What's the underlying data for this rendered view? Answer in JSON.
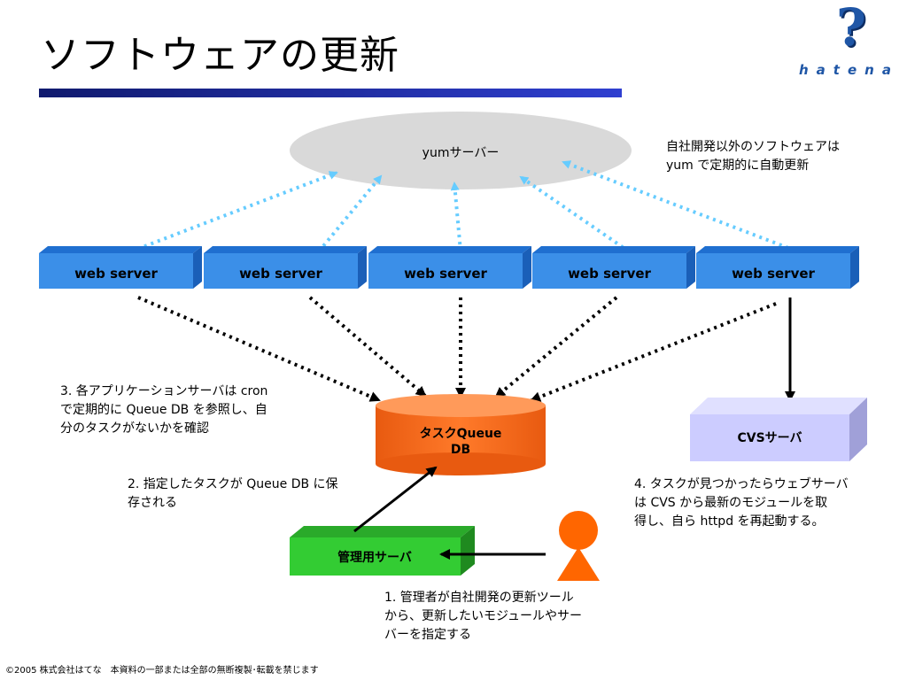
{
  "header": {
    "title": "ソフトウェアの更新",
    "logo_text": "hatena"
  },
  "diagram": {
    "yum_server": "yumサーバー",
    "web_servers": [
      "web server",
      "web server",
      "web server",
      "web server",
      "web server"
    ],
    "queue_db": [
      "タスクQueue",
      "DB"
    ],
    "cvs_server": "CVSサーバ",
    "admin_server": "管理用サーバ"
  },
  "notes": {
    "yum_note": "自社開発以外のソフトウェアは\nyum で定期的に自動更新",
    "step3": "3. 各アプリケーションサーバは cron\nで定期的に Queue DB を参照し、自\n分のタスクがないかを確認",
    "step2": "2. 指定したタスクが Queue DB に保\n存される",
    "step4": "4. タスクが見つかったらウェブサーバ\nは CVS から最新のモジュールを取\n得し、自ら httpd を再起動する。",
    "step1": "1. 管理者が自社開発の更新ツール\nから、更新したいモジュールやサー\nバーを指定する"
  },
  "footer": "©2005 株式会社はてな　本資料の一部または全部の無断複製･転載を禁じます",
  "colors": {
    "web_server": "#3b8fe8",
    "queue_db": "#ff6a1a",
    "cvs_server": "#ccccff",
    "admin_server": "#33cc33",
    "admin_person": "#ff6600",
    "yum_ellipse": "#d9d9d9",
    "arrow_dotted_blue": "#66ccff",
    "title_bar": "#1a2aa8"
  }
}
